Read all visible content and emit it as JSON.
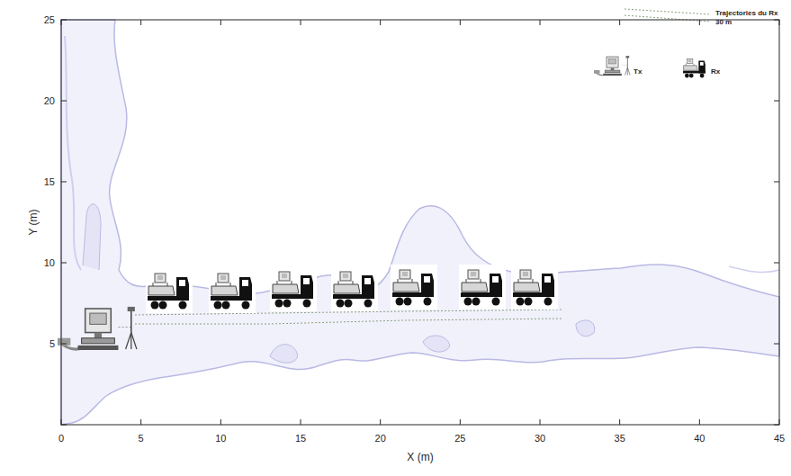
{
  "diagram": {
    "labels": [
      "0",
      "5",
      "10",
      "15",
      "20",
      "25",
      "30",
      "35",
      "40",
      "45",
      "5",
      "10",
      "15",
      "20",
      "25",
      "X (m)",
      "Y (m)",
      "30 m"
    ],
    "legend": [
      {
        "text": "Trajectories du Rx"
      },
      {
        "text": "Tx"
      },
      {
        "text": "Rx"
      }
    ]
  }
}
